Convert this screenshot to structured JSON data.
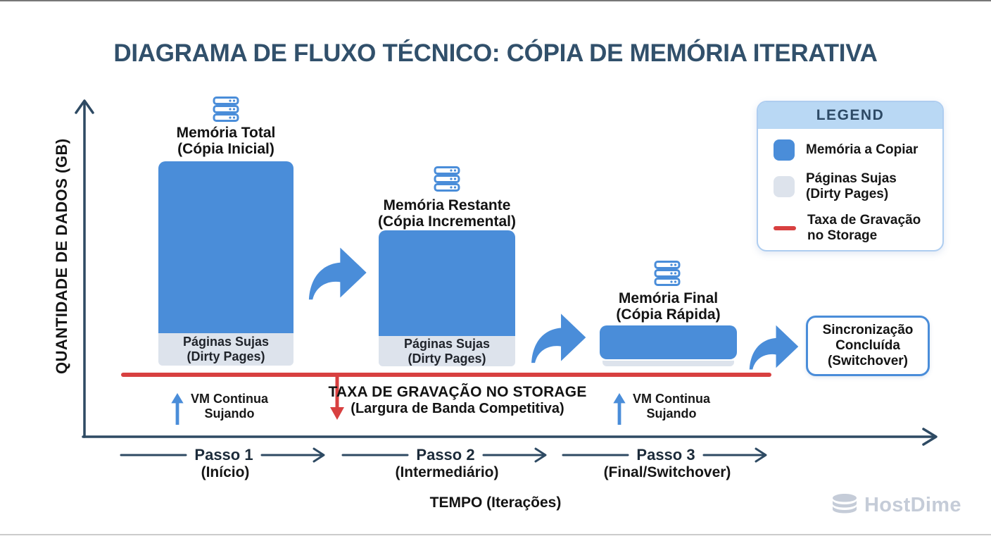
{
  "title": "DIAGRAMA DE FLUXO TÉCNICO: CÓPIA DE MEMÓRIA ITERATIVA",
  "y_axis_label": "QUANTIDADE DE DADOS (GB)",
  "x_axis_title": "TEMPO (Iterações)",
  "bars": [
    {
      "icon": "server-icon",
      "title_line1": "Memória Total",
      "title_line2": "(Cópia Inicial)",
      "dirty_line1": "Páginas Sujas",
      "dirty_line2": "(Dirty Pages)"
    },
    {
      "icon": "server-icon",
      "title_line1": "Memória Restante",
      "title_line2": "(Cópia Incremental)",
      "dirty_line1": "Páginas Sujas",
      "dirty_line2": "(Dirty Pages)"
    },
    {
      "icon": "server-icon",
      "title_line1": "Memória Final",
      "title_line2": "(Cópia Rápida)"
    }
  ],
  "storage_rate": {
    "line1": "TAXA DE GRAVAÇÃO NO STORAGE",
    "line2": "(Largura de Banda Competitiva)"
  },
  "vm_notes": [
    {
      "line1": "VM Continua",
      "line2": "Sujando"
    },
    {
      "line1": "VM Continua",
      "line2": "Sujando"
    }
  ],
  "switchover": {
    "line1": "Sincronização",
    "line2": "Concluída",
    "line3": "(Switchover)"
  },
  "legend": {
    "title": "LEGEND",
    "items": [
      {
        "swatch": "memory-blue-square",
        "line1": "Memória a Copiar"
      },
      {
        "swatch": "dirty-pages-gray-square",
        "line1": "Páginas Sujas",
        "line2": "(Dirty Pages)"
      },
      {
        "swatch": "storage-rate-red-line",
        "line1": "Taxa de Gravação",
        "line2": "no Storage"
      }
    ]
  },
  "steps": [
    {
      "label": "Passo 1",
      "sublabel": "(Início)"
    },
    {
      "label": "Passo 2",
      "sublabel": "(Intermediário)"
    },
    {
      "label": "Passo 3",
      "sublabel": "(Final/Switchover)"
    }
  ],
  "watermark": "HostDime",
  "colors": {
    "memory_blue": "#4a8dd9",
    "dirty_gray": "#dde3ec",
    "rate_red": "#d84040",
    "axis_navy": "#2e4a63",
    "legend_header_blue": "#b9d8f4",
    "title_navy": "#31506b",
    "watermark_gray": "#c5ccd8"
  }
}
